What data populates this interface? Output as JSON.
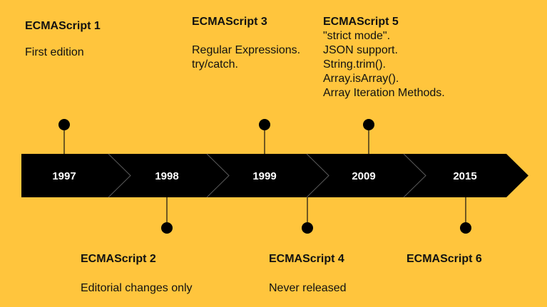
{
  "timeline": {
    "years": [
      "1997",
      "1998",
      "1999",
      "2009",
      "2015"
    ]
  },
  "events": [
    {
      "title": "ECMAScript 1",
      "lines": [
        "First edition"
      ]
    },
    {
      "title": "ECMAScript 2",
      "lines": [
        "Editorial changes only"
      ]
    },
    {
      "title": "ECMAScript 3",
      "lines": [
        "Regular Expressions.",
        "try/catch."
      ]
    },
    {
      "title": "ECMAScript 4",
      "lines": [
        "Never released"
      ]
    },
    {
      "title": "ECMAScript 5",
      "lines": [
        "\"strict mode\".",
        "JSON support.",
        "String.trim().",
        "Array.isArray().",
        "Array Iteration Methods."
      ]
    },
    {
      "title": "ECMAScript 6",
      "lines": []
    }
  ],
  "colors": {
    "background": "#FFC53D",
    "bar": "#000000",
    "year_text": "#ffffff",
    "text": "#111111"
  }
}
